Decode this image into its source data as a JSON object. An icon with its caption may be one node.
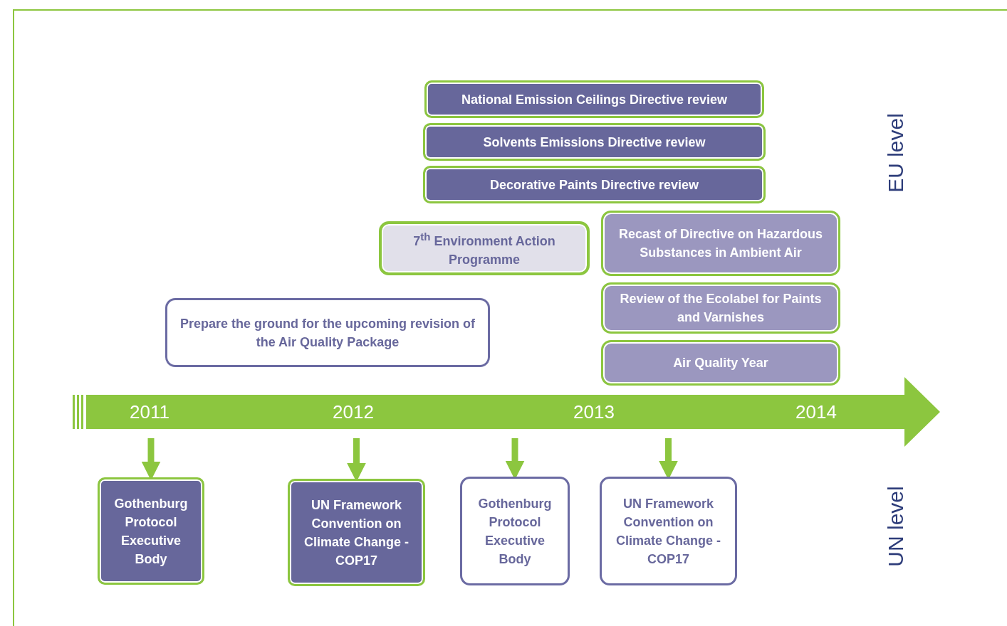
{
  "diagram": {
    "nodes": [
      {
        "text": [
          "National Emission Ceilings Directive review"
        ]
      },
      {
        "text": [
          "Solvents Emissions Directive review"
        ]
      },
      {
        "text": [
          "Decorative Paints Directive review"
        ]
      },
      {
        "text": [
          "7$^{th}$ Environment Action Programme"
        ]
      },
      {
        "text": [
          "Recast of Directive on Hazardous Substances in Ambient Air"
        ]
      },
      {
        "text": [
          "Review of the Ecolabel for Paints and Varnishes"
        ]
      },
      {
        "text": [
          "Prepare the ground for the upcoming revision of the Air Quality Package"
        ]
      },
      {
        "text": [
          "Air Quality Year"
        ]
      },
      {
        "text": [
          "2011",
          "2012",
          "2013",
          "2014"
        ]
      },
      {
        "text": [
          "Gothenburg Protocol Executive Body"
        ]
      },
      {
        "text": [
          "UN Framework Convention on Climate Change - COP17"
        ]
      },
      {
        "text": [
          "Gothenburg Protocol Executive Body"
        ]
      },
      {
        "text": [
          "UN Framework Convention on Climate Change - COP17"
        ]
      }
    ],
    "edges": [
      {
        "from": 8,
        "to": 9,
        "arrow": "to"
      },
      {
        "from": 8,
        "to": 10,
        "arrow": "to"
      },
      {
        "from": 8,
        "to": 11,
        "arrow": "to"
      },
      {
        "from": 8,
        "to": 12,
        "arrow": "to"
      }
    ],
    "labels": [
      "EU level",
      "UN level"
    ]
  }
}
